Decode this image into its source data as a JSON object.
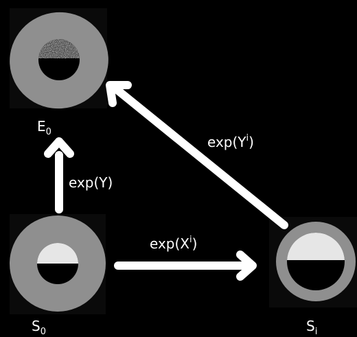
{
  "nodes": {
    "e0": {
      "base": "E",
      "sub": "0"
    },
    "s0": {
      "base": "S",
      "sub": "0"
    },
    "si": {
      "base": "S",
      "sub": "i"
    }
  },
  "edges": {
    "y": {
      "base": "exp(Y",
      "sup": "",
      "close": ")"
    },
    "xi": {
      "base": "exp(X",
      "sup": "i",
      "close": ")"
    },
    "yi": {
      "base": "exp(Y",
      "sup": "i",
      "close": ")"
    }
  },
  "colors": {
    "background": "#000000",
    "arrow": "#ffffff",
    "ring_gray": "#8f8f8f",
    "bright_half": "#e6e6e6",
    "dark_half": "#000000"
  }
}
